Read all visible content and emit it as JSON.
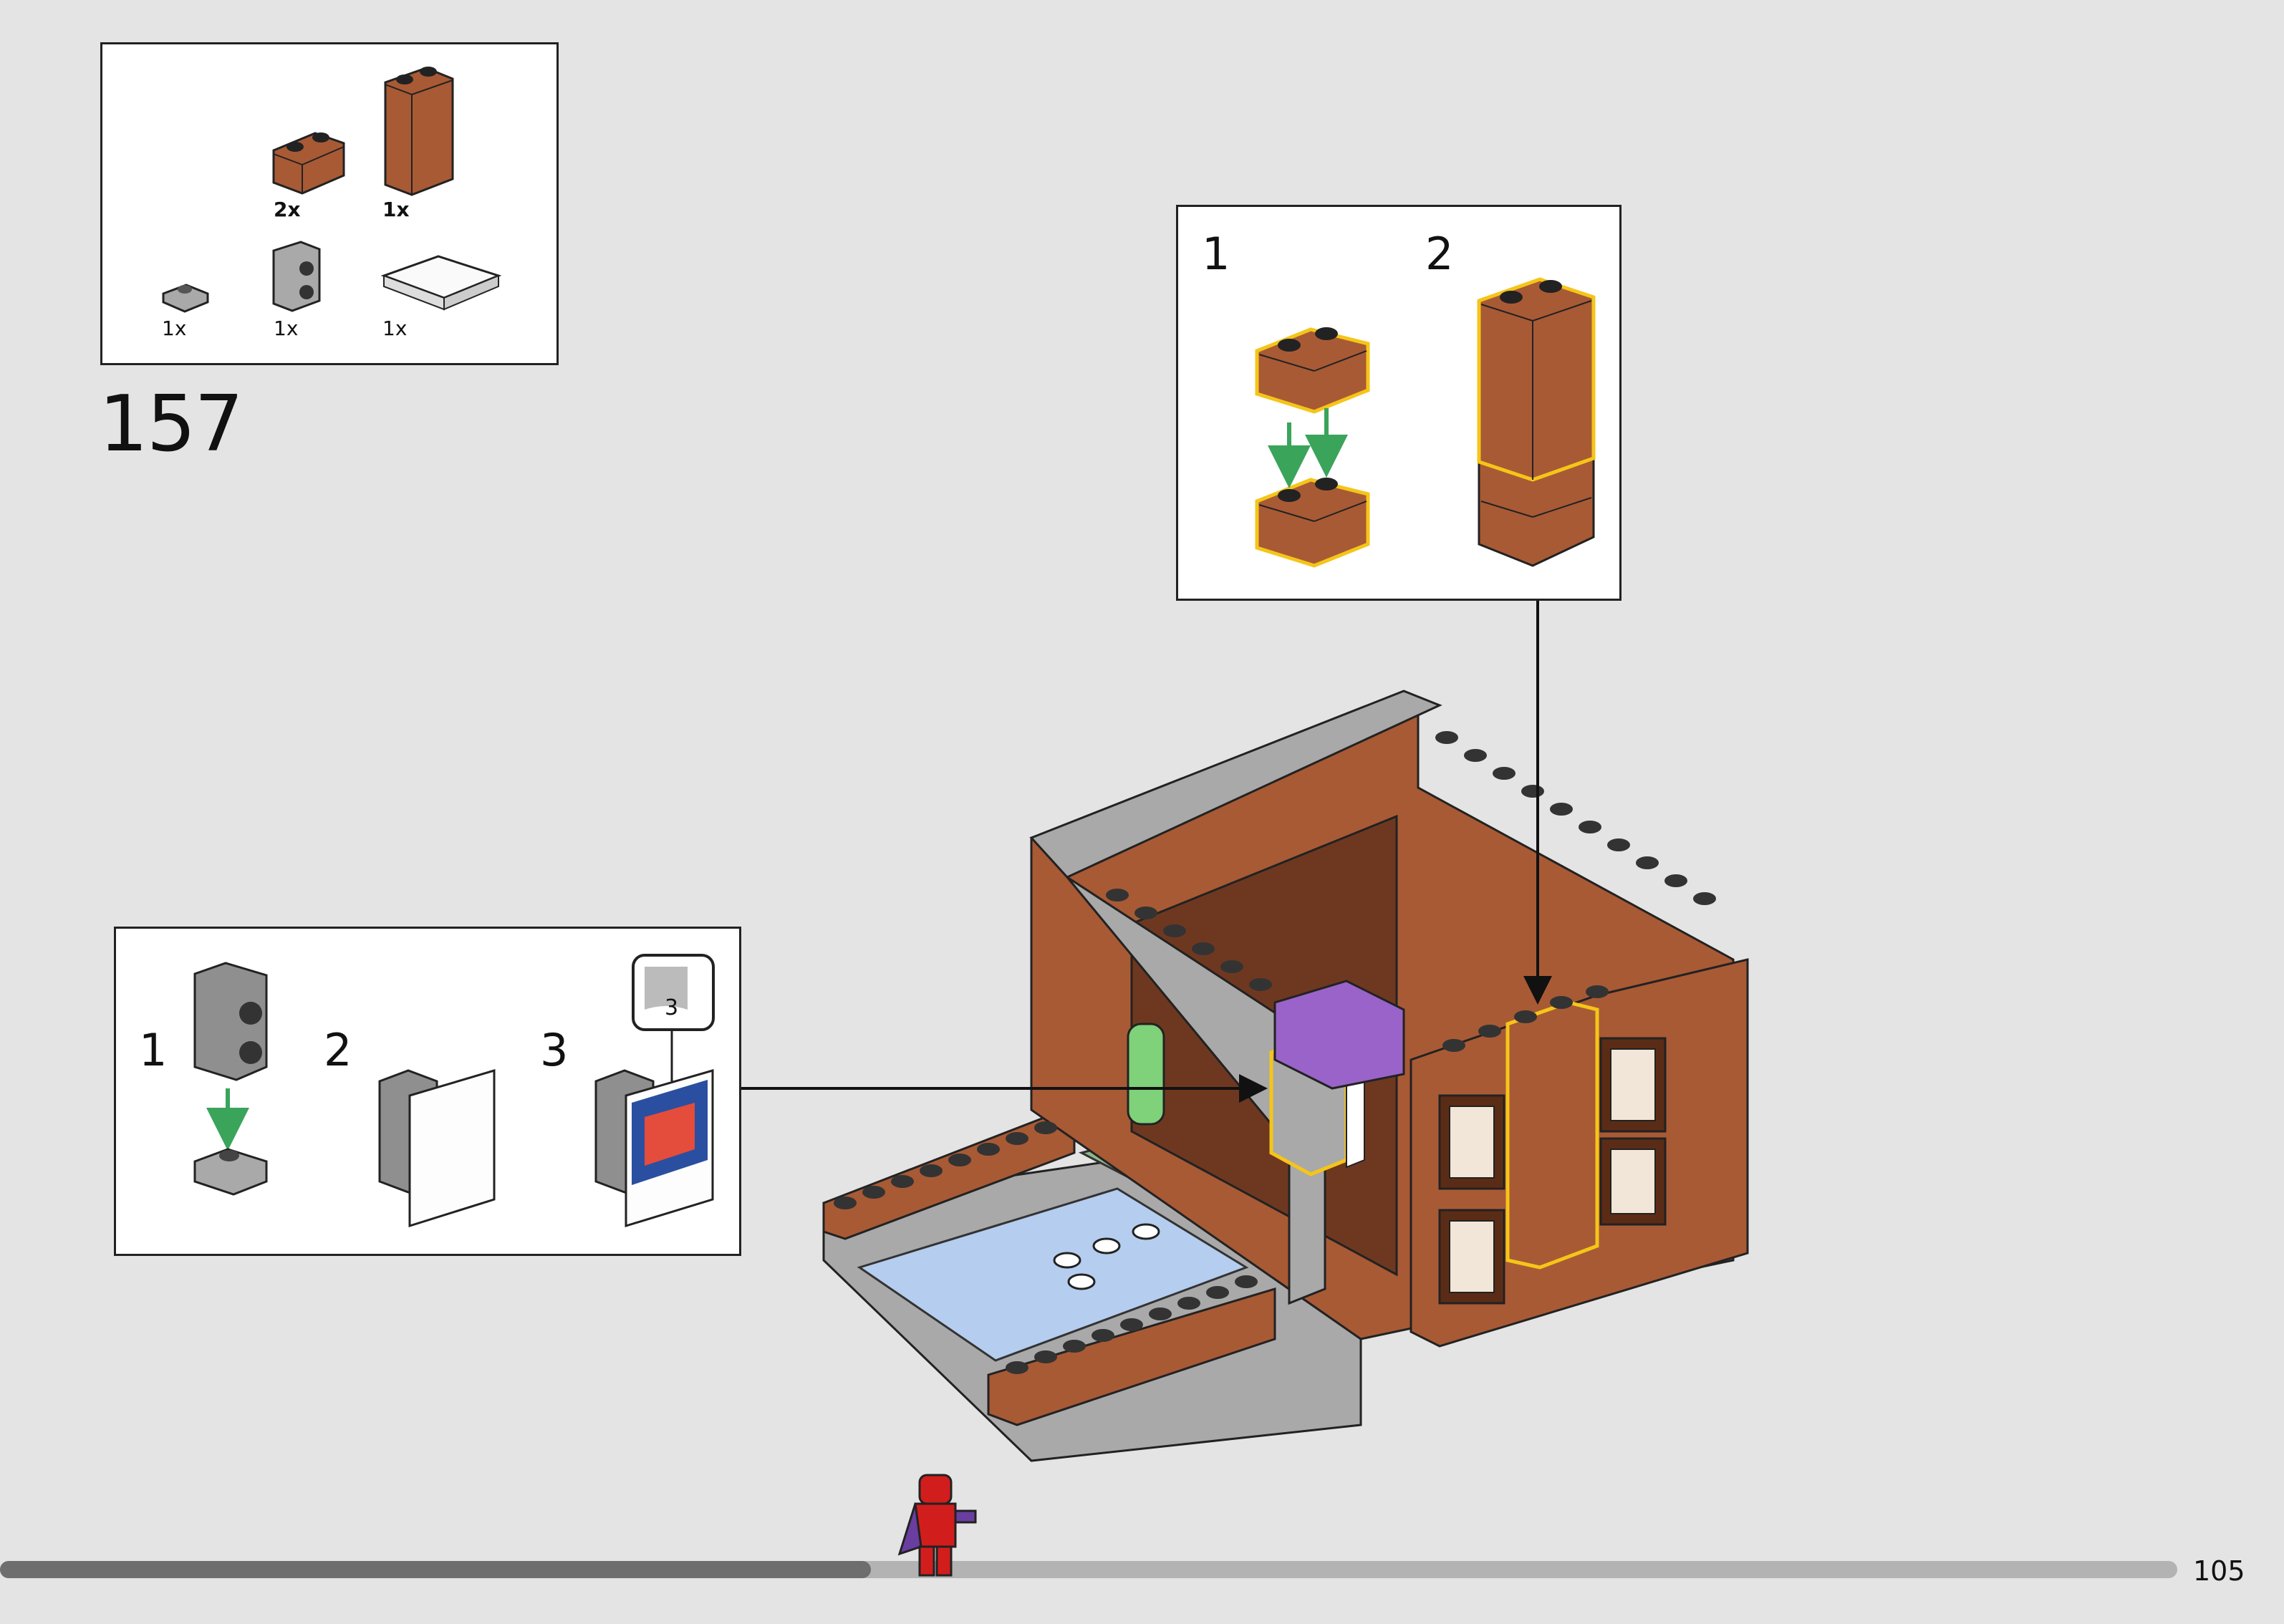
{
  "step_number": "157",
  "page_number": "105",
  "parts_list": {
    "items": [
      {
        "name": "brick-1x2-masonry",
        "color": "#a85a35",
        "qty": "2x"
      },
      {
        "name": "brick-1x1x3",
        "color": "#a85a35",
        "qty": "1x"
      },
      {
        "name": "plate-1x1",
        "color": "#a9a9a9",
        "qty": "1x"
      },
      {
        "name": "brick-1x1-studs-on-side",
        "color": "#a9a9a9",
        "qty": "1x"
      },
      {
        "name": "tile-2x3",
        "color": "#ffffff",
        "qty": "1x"
      }
    ]
  },
  "sub_assembly_right": {
    "steps": [
      "1",
      "2"
    ]
  },
  "sub_assembly_left": {
    "steps": [
      "1",
      "2",
      "3"
    ],
    "sticker_number": "3"
  },
  "progress": {
    "fraction": 0.4
  },
  "colors": {
    "reddish_brown": "#a85a35",
    "light_gray": "#a9a9a9",
    "dark_gray": "#6d6d6d",
    "highlight": "#f5c518",
    "arrow_green": "#3aa45b",
    "progress_done": "#6e6e6e",
    "progress_rest": "#b3b3b3"
  }
}
